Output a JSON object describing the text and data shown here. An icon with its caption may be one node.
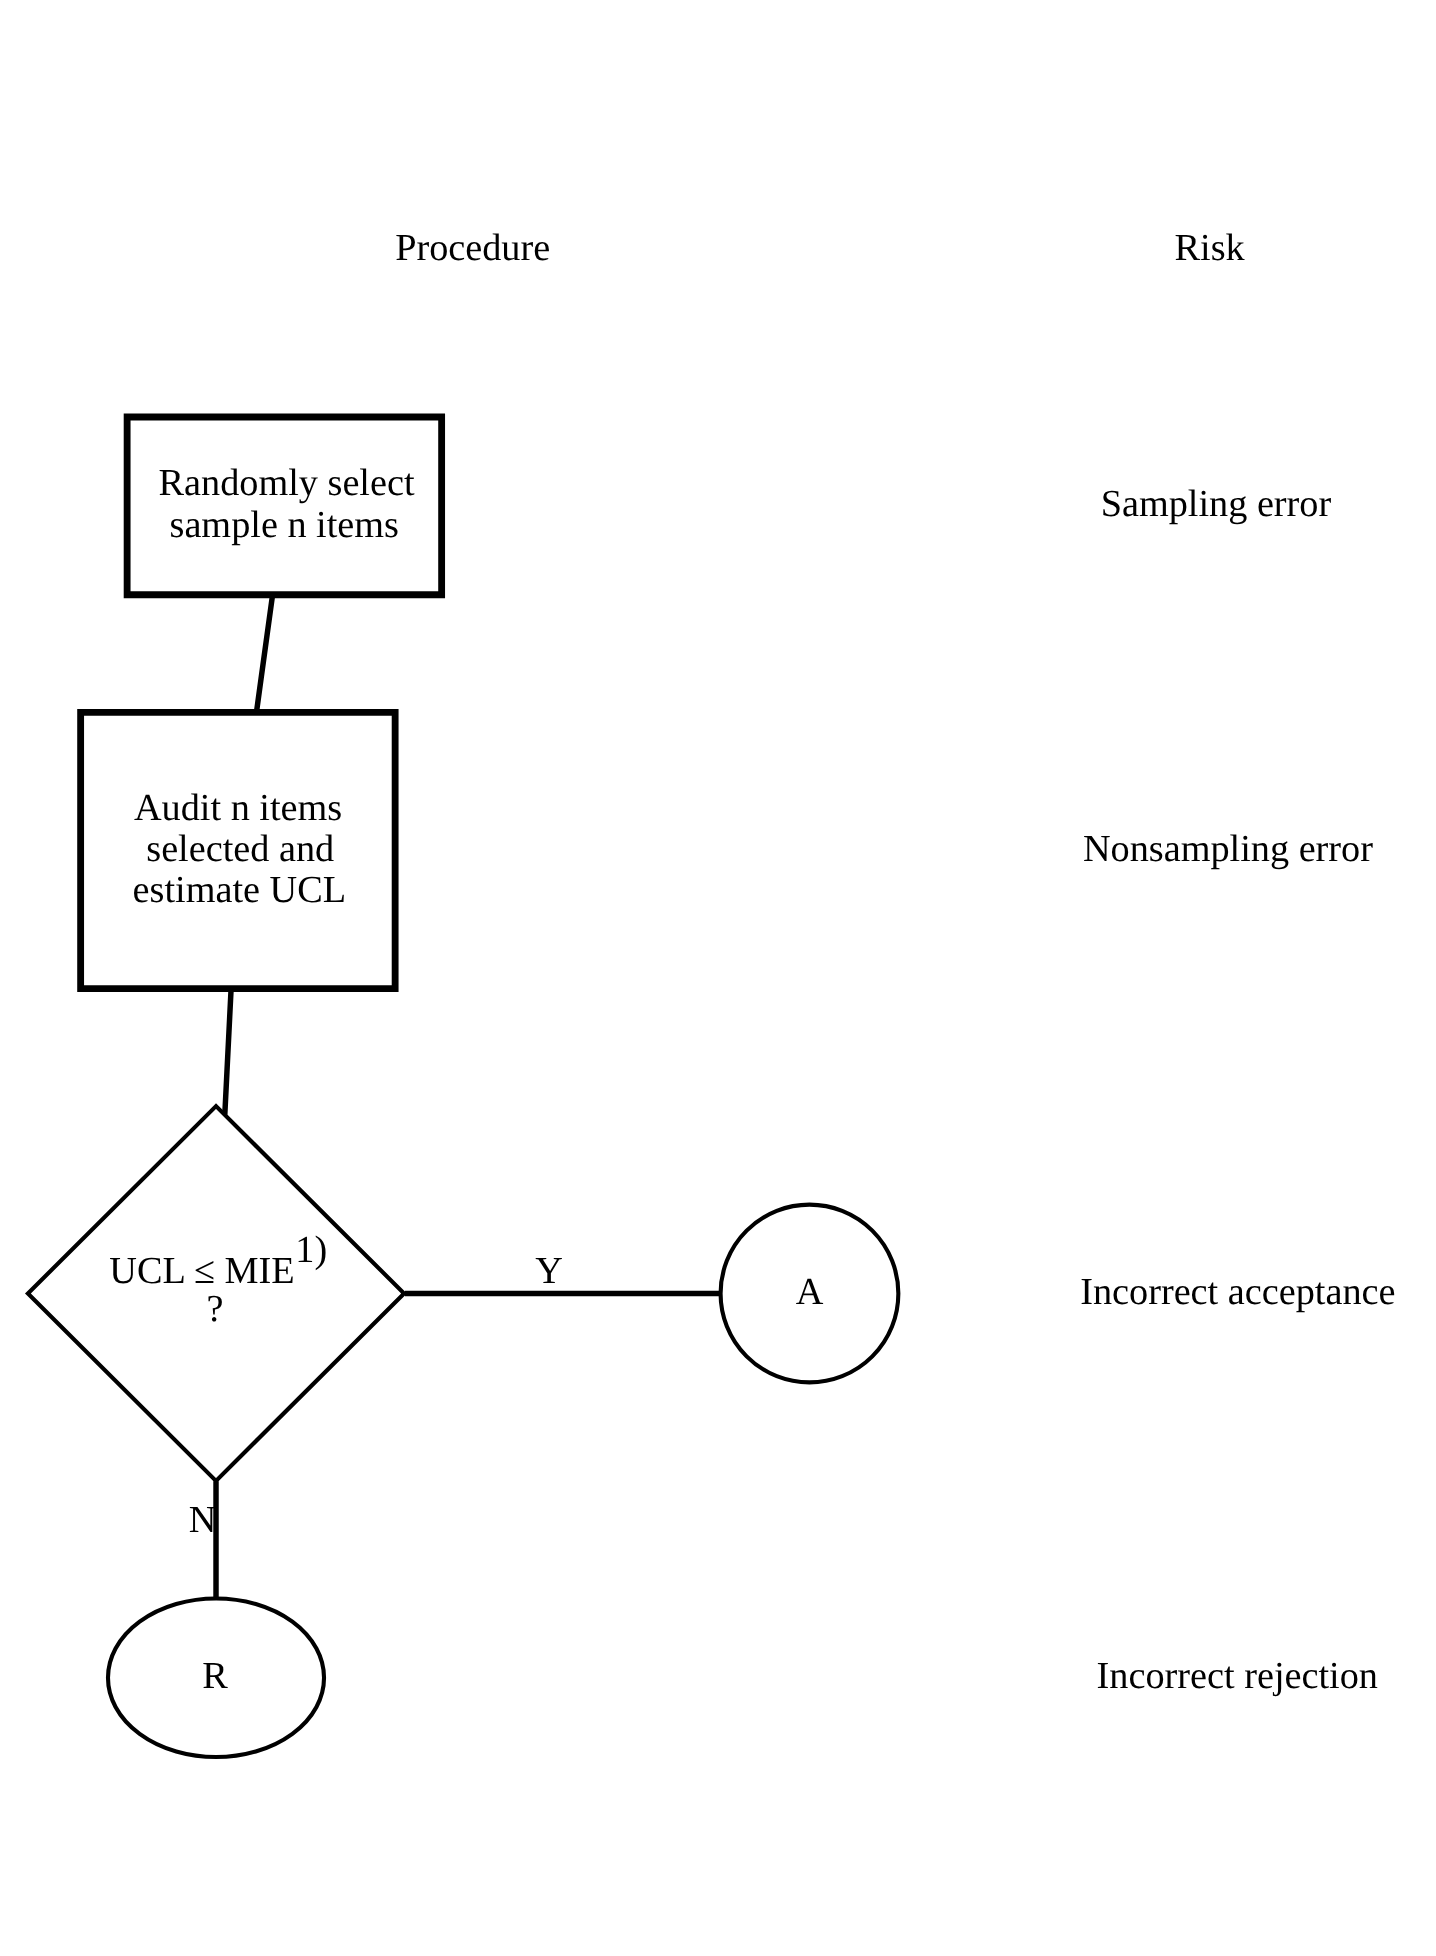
{
  "diagram": {
    "nodes": [
      {
        "text": [
          "Randomly select sample n items"
        ]
      },
      {
        "text": [
          "Audit n items selected and estimate UCL"
        ]
      },
      {
        "text": [
          "UCL ≤ MIE$^{1)}$ ?"
        ]
      },
      {
        "text": [
          "A"
        ]
      },
      {
        "text": [
          "R"
        ]
      }
    ],
    "edges": [
      {
        "from": 0,
        "to": 1,
        "arrow": "none"
      },
      {
        "from": 1,
        "to": 2,
        "arrow": "none"
      },
      {
        "from": 2,
        "to": 3,
        "arrow": "none",
        "label": "Y"
      },
      {
        "from": 2,
        "to": 4,
        "arrow": "none",
        "label": "N"
      }
    ],
    "labels": [
      "Procedure",
      "Risk",
      "Sampling error",
      "Nonsampling error",
      "Incorrect acceptance",
      "Incorrect rejection"
    ]
  }
}
